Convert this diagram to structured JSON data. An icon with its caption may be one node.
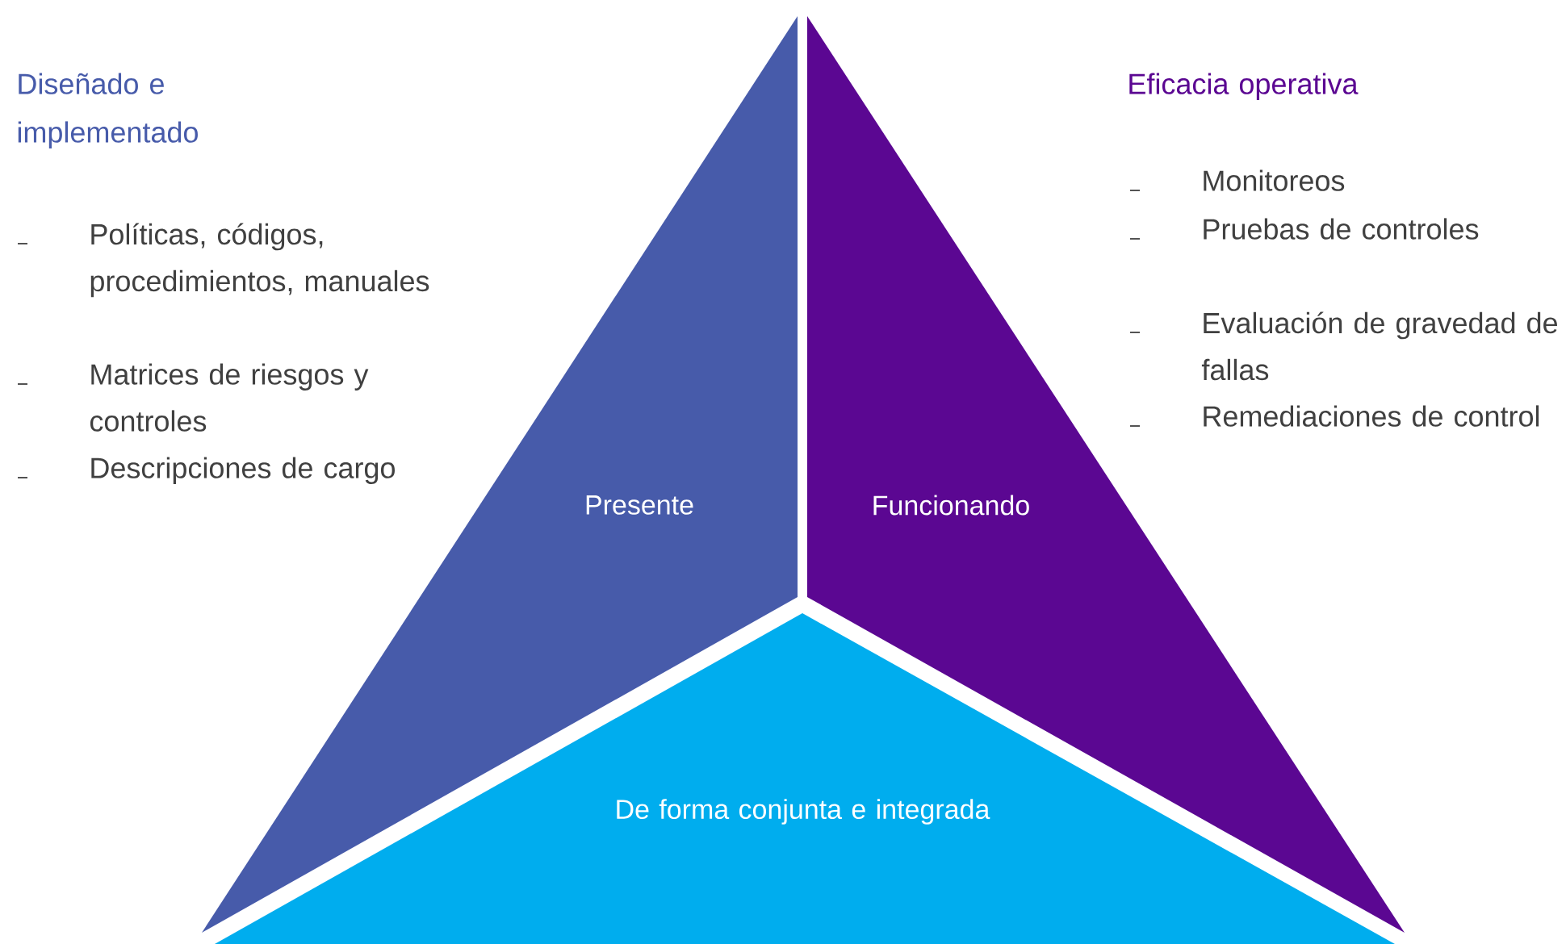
{
  "diagram": {
    "nodes": [
      {
        "text": [
          "Presente"
        ]
      },
      {
        "text": [
          "Funcionando"
        ]
      },
      {
        "text": [
          "De forma conjunta e integrada"
        ]
      }
    ],
    "labels": [
      "Diseñado e implementado",
      "Políticas, códigos, procedimientos, manuales",
      "Matrices de riesgos y controles",
      "Descripciones de cargo",
      "Eficacia operativa",
      "Monitoreos",
      "Pruebas de controles",
      "Evaluación de gravedad de fallas",
      "Remediaciones de control"
    ]
  }
}
